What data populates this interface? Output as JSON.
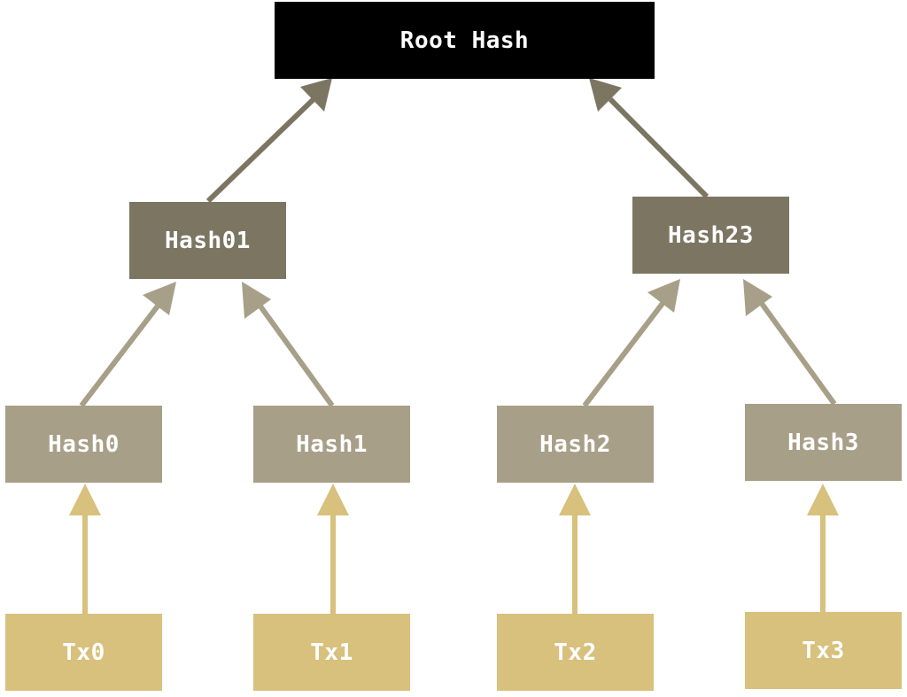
{
  "colors": {
    "root": "#000000",
    "level1": "#7b7562",
    "level2": "#a89f88",
    "transactions": "#d8c07d",
    "text": "#ffffff"
  },
  "nodes": {
    "root": "Root Hash",
    "hash01": "Hash01",
    "hash23": "Hash23",
    "hash0": "Hash0",
    "hash1": "Hash1",
    "hash2": "Hash2",
    "hash3": "Hash3",
    "tx0": "Tx0",
    "tx1": "Tx1",
    "tx2": "Tx2",
    "tx3": "Tx3"
  }
}
